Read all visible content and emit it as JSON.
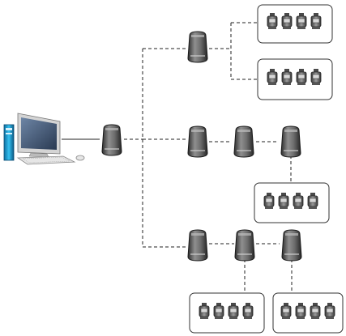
{
  "diagram": {
    "workstation": {
      "icon": "computer-workstation-icon"
    },
    "hub": {
      "icon": "network-hub-icon"
    },
    "branches": [
      {
        "name": "branch-top",
        "repeaters": 1,
        "device_groups": 2
      },
      {
        "name": "branch-middle",
        "repeaters": 3,
        "device_groups": 1
      },
      {
        "name": "branch-bottom",
        "repeaters": 3,
        "device_groups": 2
      }
    ],
    "devices_per_group": 4,
    "colors": {
      "line": "#222222",
      "group_border": "#333333",
      "node_dark": "#3a3a3a",
      "node_light": "#9a9a9a",
      "device_body": "#6a6a6a",
      "monitor_frame": "#d8d8d8",
      "screen": "#3d4f68",
      "tower_accent": "#1aa0d8"
    }
  }
}
